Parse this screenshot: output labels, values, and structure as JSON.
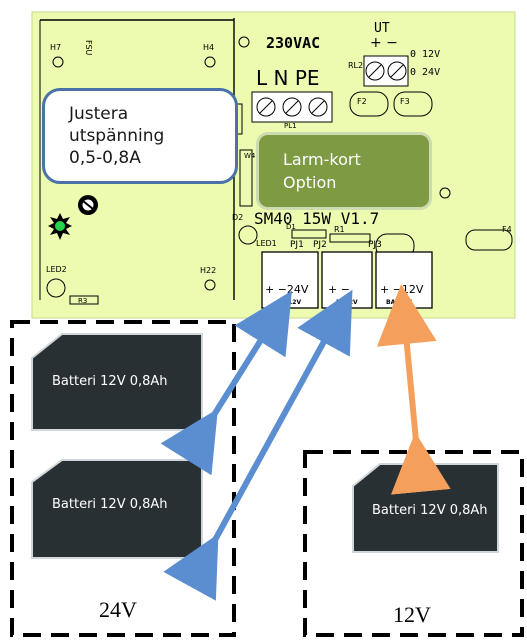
{
  "pcb": {
    "labels": {
      "fsu": "FSU",
      "h7": "H7",
      "h4": "H4",
      "h22": "H22",
      "led2": "LED2",
      "led1": "LED1",
      "voltage": "230VAC",
      "lnpe": "L N PE",
      "pl1": "PL1",
      "ut": "UT",
      "ut_pm": "+ −",
      "rl2": "RL2",
      "v12": "0 12V",
      "v24": "0 24V",
      "f2": "F2",
      "f3": "F3",
      "f4": "F4",
      "w4": "W4",
      "d2": "D2",
      "d1": "D1",
      "r1": "R1",
      "r3": "R3",
      "model": "SM40 15W V1.7",
      "pj1": "PJ1",
      "pj2": "PJ2",
      "pj3": "PJ3",
      "term1": "+ −24V",
      "term2": "+ −",
      "term3": "+ −12V",
      "term1_sub": "T12V",
      "term2_sub": "BT12V",
      "term3_sub": "BAT12V"
    }
  },
  "callouts": {
    "justera": "Justera\nutspänning\n0,5-0,8A",
    "larm": "Larm-kort\nOption"
  },
  "batteries": [
    {
      "label": "Batteri 12V 0,8Ah"
    },
    {
      "label": "Batteri 12V 0,8Ah"
    },
    {
      "label": "Batteri 12V 0,8Ah"
    }
  ],
  "groups": {
    "g24": "24V",
    "g12": "12V"
  },
  "colors": {
    "board": "#ecfbb0",
    "battery": "#293033",
    "arrow_blue": "#5b8ed0",
    "arrow_orange": "#f4a05c",
    "led_green": "#27d24a"
  }
}
